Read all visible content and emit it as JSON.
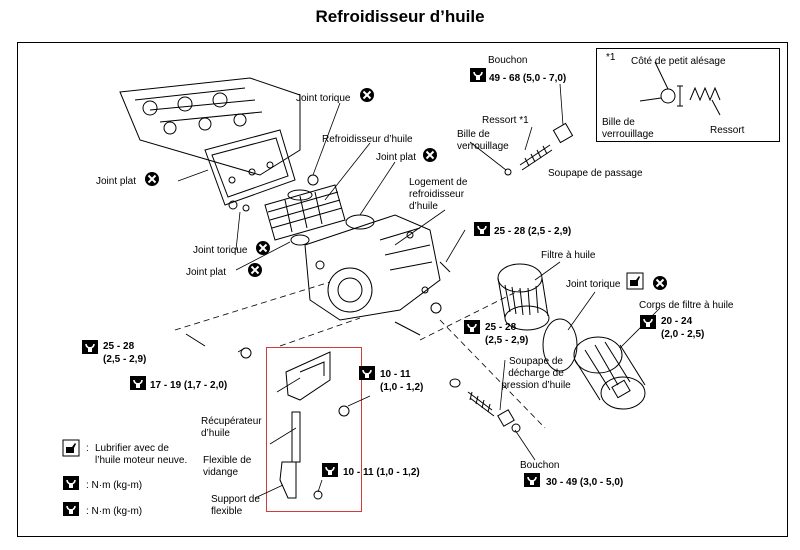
{
  "title": "Refroidisseur d’huile",
  "icons": {
    "torque": "torque-wrench-icon",
    "no_reuse": "do-not-reuse-icon",
    "oil": "oil-can-icon"
  },
  "labels": {
    "joint_torique_top": "Joint torique",
    "refroidisseur": "Refroidisseur d’huile",
    "joint_plat_mid": "Joint plat",
    "joint_plat_left": "Joint plat",
    "joint_torique_left": "Joint torique",
    "joint_plat_lower": "Joint plat",
    "logement_1": "Logement de",
    "logement_2": "refroidisseur",
    "logement_3": "d’huile",
    "bouchon_top": "Bouchon",
    "bouchon_top_torque": "49 - 68 (5,0 - 7,0)",
    "ressort": "Ressort *1",
    "bille_1": "Bille de",
    "bille_2": "verrouillage",
    "soupape_passage": "Soupape de passage",
    "inset_star": "*1",
    "inset_cote": "Côté de petit alésage",
    "inset_bille_1": "Bille de",
    "inset_bille_2": "verrouillage",
    "inset_ressort": "Ressort",
    "t_25_28_a": "25 - 28 (2,5 - 2,9)",
    "filtre": "Filtre à huile",
    "joint_torique_right": "Joint torique",
    "corps_filtre": "Corps de filtre à huile",
    "t_20_24_a": "20 - 24",
    "t_20_24_b": "(2,0 - 2,5)",
    "t_25_28_left_a": "25 - 28",
    "t_25_28_left_b": "(2,5 - 2,9)",
    "t_17_19": "17 - 19 (1,7 - 2,0)",
    "t_25_28_mid_a": "25 - 28",
    "t_25_28_mid_b": "(2,5 - 2,9)",
    "soupape_decharge_1": "Soupape de",
    "soupape_decharge_2": "décharge de",
    "soupape_decharge_3": "pression d’huile",
    "recuperateur_1": "Récupérateur",
    "recuperateur_2": "d’huile",
    "flexible_1": "Flexible de",
    "flexible_2": "vidange",
    "support_1": "Support de",
    "support_2": "flexible",
    "t_10_11_a": "10 - 11",
    "t_10_11_b": "(1,0 - 1,2)",
    "t_10_11_c": "10 - 11 (1,0 - 1,2)",
    "bouchon_bottom": "Bouchon",
    "t_30_49": "30 - 49 (3,0 - 5,0)"
  },
  "legend": {
    "oil_colon": ":",
    "oil_text_1": "Lubrifier avec de",
    "oil_text_2": "l’huile moteur neuve.",
    "nm_1": ":  N·m (kg-m)",
    "nm_2": ":  N·m (kg-m)"
  }
}
